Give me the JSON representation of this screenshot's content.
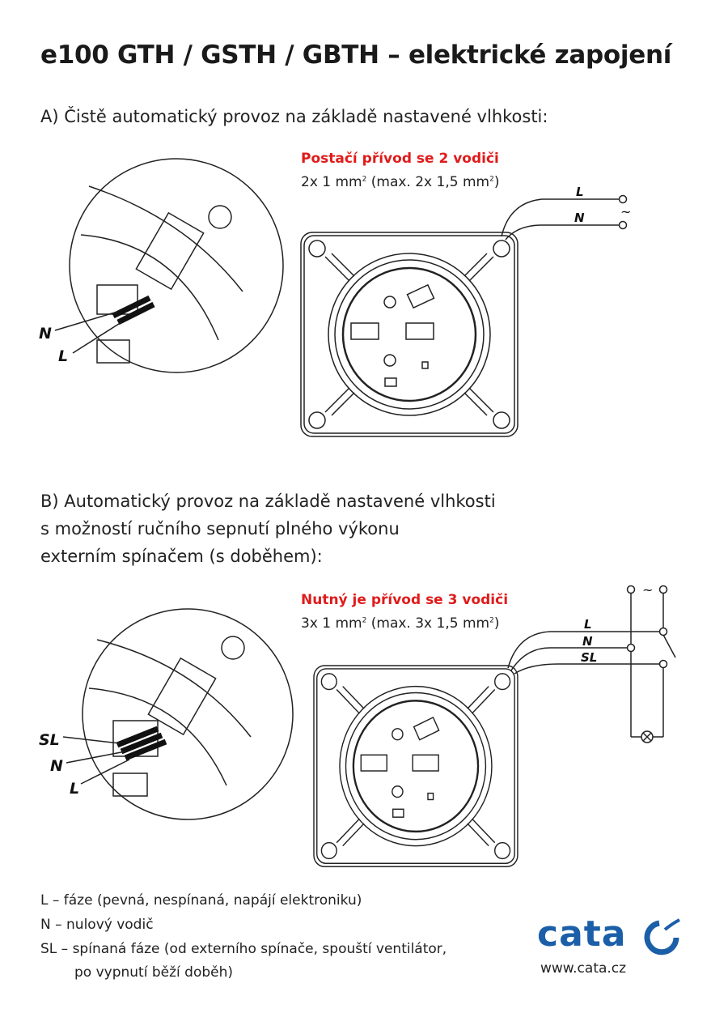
{
  "title": "e100 GTH / GSTH / GBTH – elektrické zapojení",
  "section_a": {
    "heading": "A) Čistě automatický provoz na základě nastavené vlhkosti:",
    "note_red": "Postačí přívod se 2 vodiči",
    "spec_main": "2x 1 mm",
    "spec_sup1": "2",
    "spec_mid": " (max. 2x 1,5 mm",
    "spec_sup2": "2",
    "spec_end": ")",
    "wire_labels": {
      "L": "L",
      "N": "N"
    },
    "ac_symbol": "~",
    "callouts": {
      "N": "N",
      "L": "L"
    }
  },
  "section_b": {
    "heading_lines": [
      "B) Automatický provoz na základě nastavené vlhkosti",
      "s možností ručního sepnutí plného výkonu",
      "externím spínačem (s doběhem):"
    ],
    "note_red": "Nutný je přívod se 3 vodiči",
    "spec_main": "3x 1 mm",
    "spec_sup1": "2",
    "spec_mid": " (max. 3x 1,5 mm",
    "spec_sup2": "2",
    "spec_end": ")",
    "wire_labels": {
      "L": "L",
      "N": "N",
      "SL": "SL"
    },
    "ac_symbol": "~",
    "callouts": {
      "SL": "SL",
      "N": "N",
      "L": "L"
    }
  },
  "legend": [
    "L – fáze (pevná, nespínaná, napájí elektroniku)",
    "N – nulový vodič",
    "SL – spínaná fáze (od externího spínače, spouští ventilátor,",
    "po vypnutí běží doběh)"
  ],
  "brand": {
    "logo_text": "cata",
    "url": "www.cata.cz",
    "color": "#1b5fa8"
  },
  "colors": {
    "accent_red": "#e01b1b"
  }
}
